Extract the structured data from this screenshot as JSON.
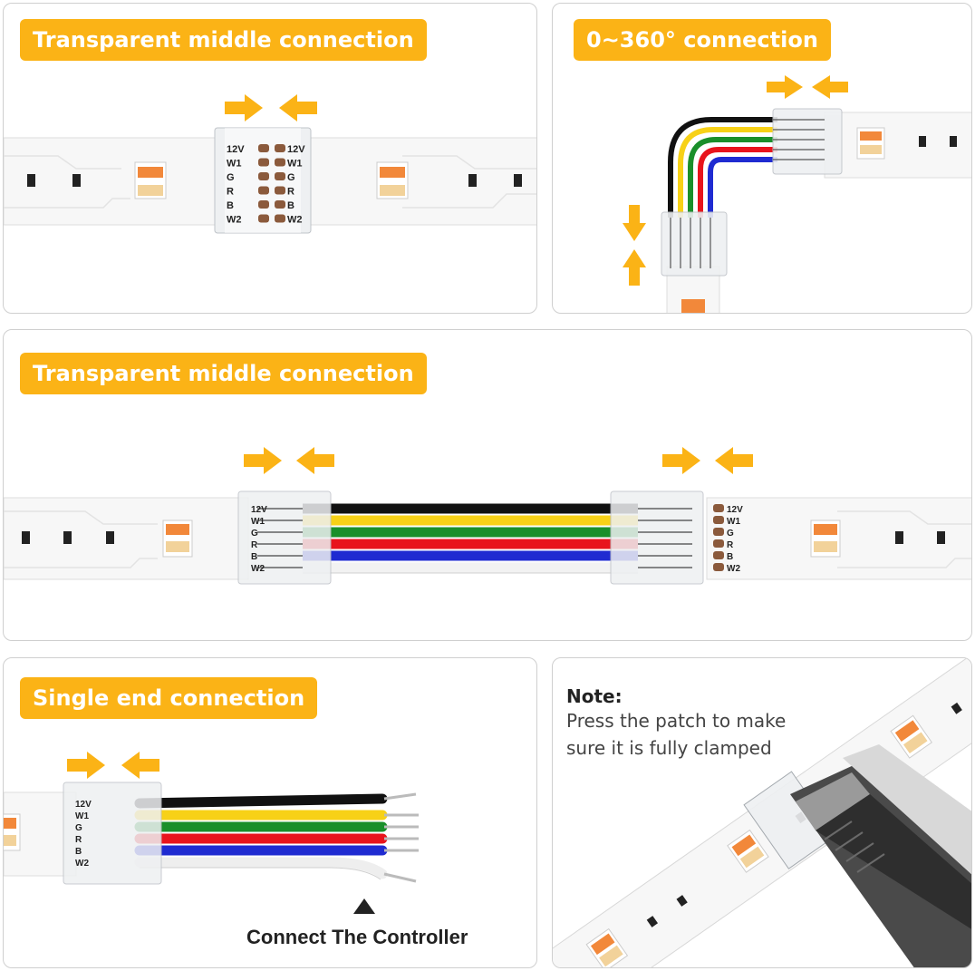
{
  "panels": {
    "top_left": {
      "title": "Transparent middle connection"
    },
    "top_right": {
      "title": "0~360° connection"
    },
    "middle": {
      "title": "Transparent middle connection"
    },
    "bottom_left": {
      "title": "Single end connection",
      "caption": "Connect The Controller"
    },
    "bottom_right": {
      "note_title": "Note:",
      "note_line1": "Press the patch to make",
      "note_line2": "sure it is fully clamped"
    }
  },
  "pin_labels": [
    "12V",
    "W1",
    "G",
    "R",
    "B",
    "W2"
  ],
  "colors": {
    "badge": "#fbb316",
    "arrow": "#fbb316",
    "wire_12v": "#111111",
    "wire_w1": "#f7d117",
    "wire_g": "#1a8f2a",
    "wire_r": "#e8141c",
    "wire_b": "#1f2bd1",
    "wire_w2": "#f2f2f2",
    "pin": "#8b5a3c"
  },
  "icons": [
    "arrow-right-icon",
    "arrow-left-icon",
    "arrow-up-icon",
    "arrow-down-icon",
    "triangle-up-icon"
  ]
}
